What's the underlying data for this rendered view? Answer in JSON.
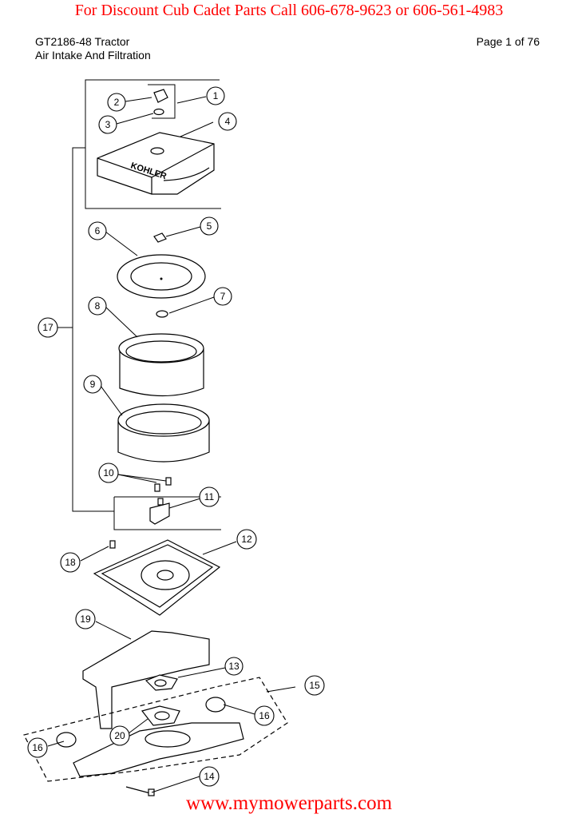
{
  "banner": "For  Discount Cub Cadet Parts Call 606-678-9623 or 606-561-4983",
  "header": {
    "model": "GT2186-48 Tractor",
    "section": "Air Intake And Filtration",
    "page": "Page 1 of 76"
  },
  "logo_text": "KOHLER",
  "callouts": [
    "1",
    "2",
    "3",
    "4",
    "5",
    "6",
    "7",
    "8",
    "9",
    "10",
    "11",
    "12",
    "13",
    "14",
    "15",
    "16",
    "16",
    "17",
    "18",
    "19",
    "20"
  ],
  "footer": "www.mymowerparts.com",
  "colors": {
    "banner": "#ff0000",
    "footer": "#ff0000",
    "ink": "#000000"
  }
}
